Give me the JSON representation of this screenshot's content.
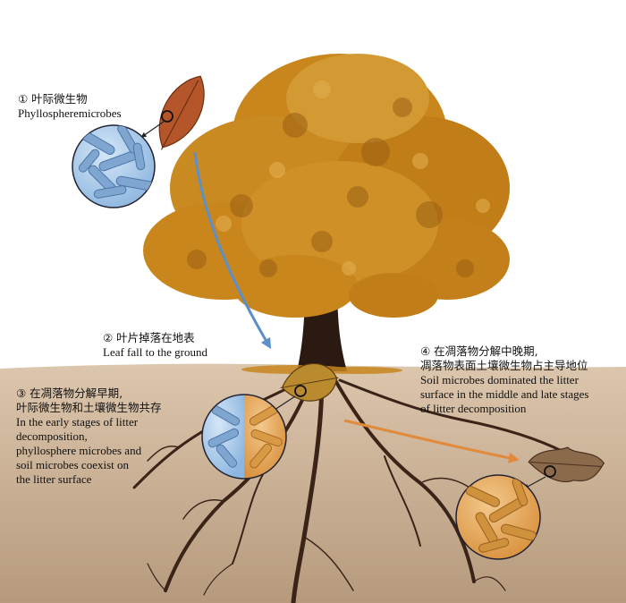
{
  "stages": [
    {
      "id": 1,
      "title_zh": "① 叶际微生物",
      "text_en": [
        "Phyllospheremicrobes"
      ]
    },
    {
      "id": 2,
      "title_zh": "② 叶片掉落在地表",
      "text_en": [
        "Leaf fall to the ground"
      ]
    },
    {
      "id": 3,
      "title_zh": "③ 在凋落物分解早期,",
      "title_zh_2": "叶际微生物和土壤微生物共存",
      "text_en": [
        "In the early stages of litter",
        "decomposition,",
        "phyllosphere microbes and",
        "soil microbes coexist on",
        "the litter surface"
      ]
    },
    {
      "id": 4,
      "title_zh": "④ 在凋落物分解中晚期,",
      "title_zh_2": "凋落物表面土壤微生物占主导地位",
      "text_en": [
        "Soil microbes dominated the litter",
        "surface in the middle and late stages",
        "of litter decomposition"
      ]
    }
  ],
  "colors": {
    "sky": "#ffffff",
    "soil_top": "#d7bfa6",
    "soil_bottom": "#b79a7c",
    "foliage": "#c8861d",
    "foliage_dark": "#9a5f12",
    "bark": "#2a1a12",
    "phyllosphere_blue": "#9fc4e8",
    "soil_orange": "#e5a85a",
    "arrow_blue": "#5d8fc8",
    "arrow_orange": "#e28a3c"
  }
}
